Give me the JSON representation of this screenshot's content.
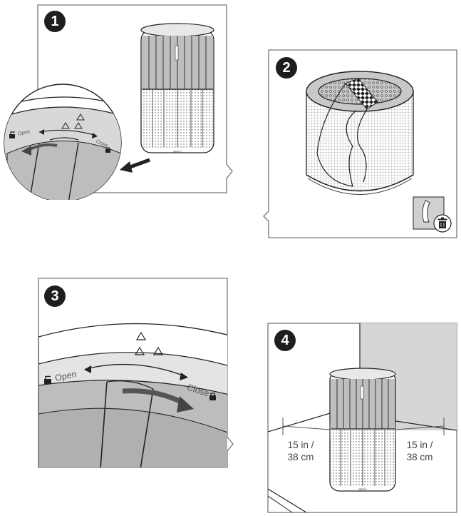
{
  "steps": [
    {
      "number": "1"
    },
    {
      "number": "2"
    },
    {
      "number": "3"
    },
    {
      "number": "4"
    }
  ],
  "dial": {
    "open_label": "Open",
    "close_label": "Close"
  },
  "clearance": {
    "left_value": "15 in /",
    "left_metric": "38 cm",
    "right_value": "15 in /",
    "right_metric": "38 cm"
  },
  "icons": [
    "unlock-icon",
    "lock-icon",
    "trash-icon",
    "arrow-left-icon",
    "rotate-arrow-icon"
  ],
  "colors": {
    "stroke": "#222222",
    "panel_border": "#777777",
    "surface_gray": "#d0d0d0",
    "dark_gray": "#9a9a9a"
  }
}
